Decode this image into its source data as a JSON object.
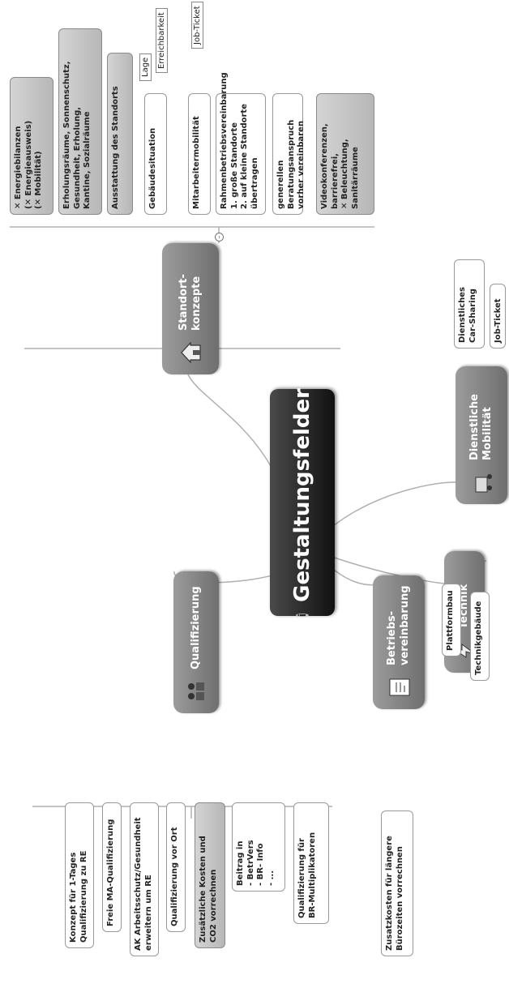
{
  "central": {
    "title": "Gestaltungsfelder",
    "info_glyph": "i"
  },
  "branches": {
    "standort": {
      "label": "Standort-\nkonzepte",
      "icon": "house-icon",
      "children": [
        {
          "label": "Rahmenbetriebsvereinbarung\n1. große Standorte\n2. auf kleine Standorte\n   übertragen",
          "style": "white"
        },
        {
          "label": "generellen Beratungsanspruch\nvorher vereinbaren",
          "style": "white"
        },
        {
          "label": "Videokonferenzen,\nbarrierefrei,\n✕ Beleuchtung,\nSanitärräume",
          "style": "grey"
        },
        {
          "label": "Mitarbeitermobilität",
          "style": "white",
          "leaves": [
            "Job-Ticket"
          ]
        },
        {
          "label": "Gebäudesituation",
          "style": "white",
          "leaves": [
            "Lage",
            "Erreichbarkeit"
          ]
        },
        {
          "label": "Ausstattung des Standorts",
          "style": "grey"
        },
        {
          "label": "Erholungsräume, Sonnenschutz,\nGesundheit, Erholung,\nKantine, Sozialräume",
          "style": "grey"
        },
        {
          "label": "✕ Energiebilanzen\n(✕ Energieausweis)\n(✕ Mobilität)",
          "style": "grey"
        }
      ]
    },
    "dienstliche": {
      "label": "Dienstliche\nMobilität",
      "icon": "transport-icon",
      "children": [
        {
          "label": "Dienstliches\nCar-Sharing",
          "style": "white"
        },
        {
          "label": "Job-Ticket",
          "style": "white"
        }
      ]
    },
    "qualifizierung": {
      "label": "Qualifizierung",
      "icon": "people-icon",
      "children": [
        {
          "label": "Konzept für 1-Tages\nQualifizierung zu RE",
          "style": "white"
        },
        {
          "label": "Freie MA-Qualifizierung",
          "style": "white"
        },
        {
          "label": "AK Arbeitsschutz/Gesundheit\nerweitern um RE",
          "style": "white"
        },
        {
          "label": "Qualifizierung vor Ort",
          "style": "white"
        },
        {
          "label": "Zusätzliche Kosten und\nCO2 vorrechnen",
          "style": "grey"
        },
        {
          "label": "Beitrag in\n- BetrVers\n- BR- Info\n- ...",
          "style": "white"
        },
        {
          "label": "Qualifizierung für\nBR-Multiplikatoren",
          "style": "white"
        }
      ]
    },
    "betriebs": {
      "label": "Betriebs-\nvereinbarung",
      "icon": "clipboard-icon",
      "children": [
        {
          "label": "Zusatzkosten für längere\nBürozeiten vorrechnen",
          "style": "white"
        }
      ]
    },
    "technik": {
      "label": "Technik",
      "icon": "lightning-icon",
      "children": [
        {
          "label": "Plattformbau",
          "style": "white"
        },
        {
          "label": "Technikgebäude",
          "style": "white"
        }
      ]
    }
  }
}
